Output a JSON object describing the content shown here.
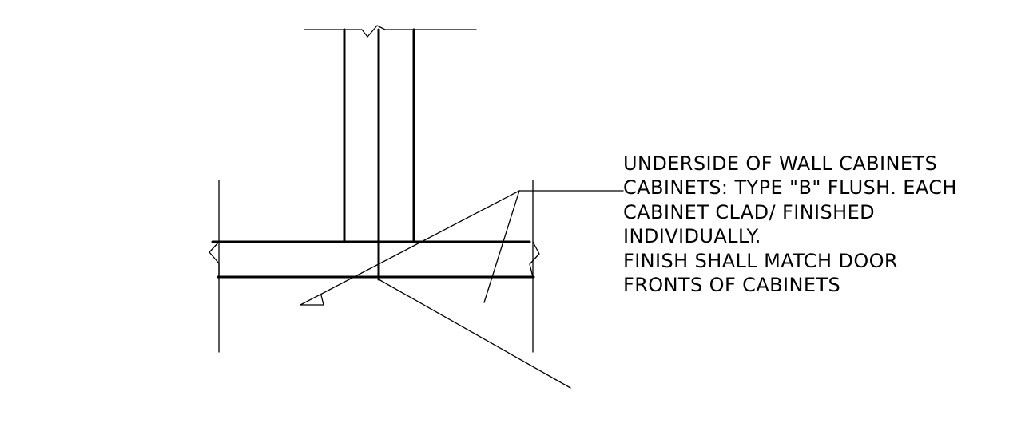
{
  "note": {
    "lines": [
      "UNDERSIDE OF WALL CABINETS",
      "CABINETS: TYPE \"B\" FLUSH. EACH",
      "CABINET CLAD/ FINISHED",
      "INDIVIDUALLY.",
      "FINISH SHALL MATCH DOOR",
      "FRONTS OF CABINETS"
    ]
  }
}
